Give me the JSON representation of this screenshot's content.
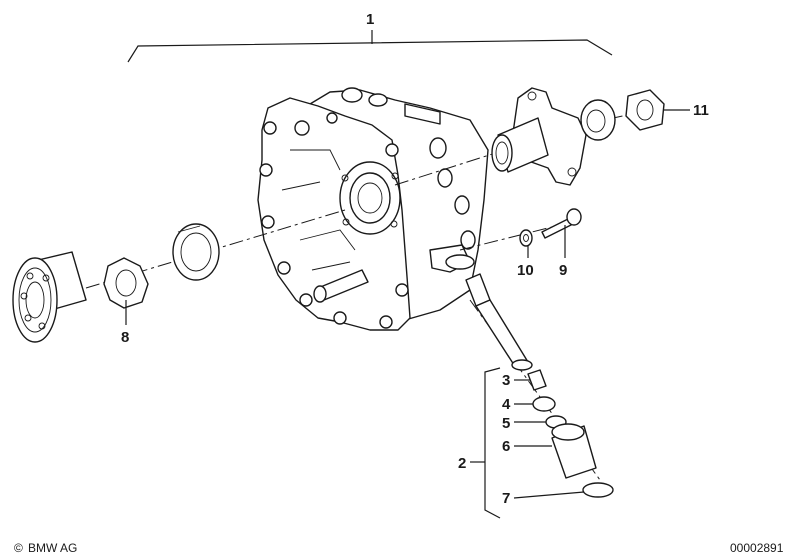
{
  "diagram": {
    "callouts": {
      "c1": "1",
      "c2": "2",
      "c3": "3",
      "c4": "4",
      "c5": "5",
      "c6": "6",
      "c7": "7",
      "c8": "8",
      "c9": "9",
      "c10": "10",
      "c11": "11"
    },
    "copyright": "BMW AG",
    "copyright_symbol": "©",
    "drawing_number": "00002891"
  }
}
